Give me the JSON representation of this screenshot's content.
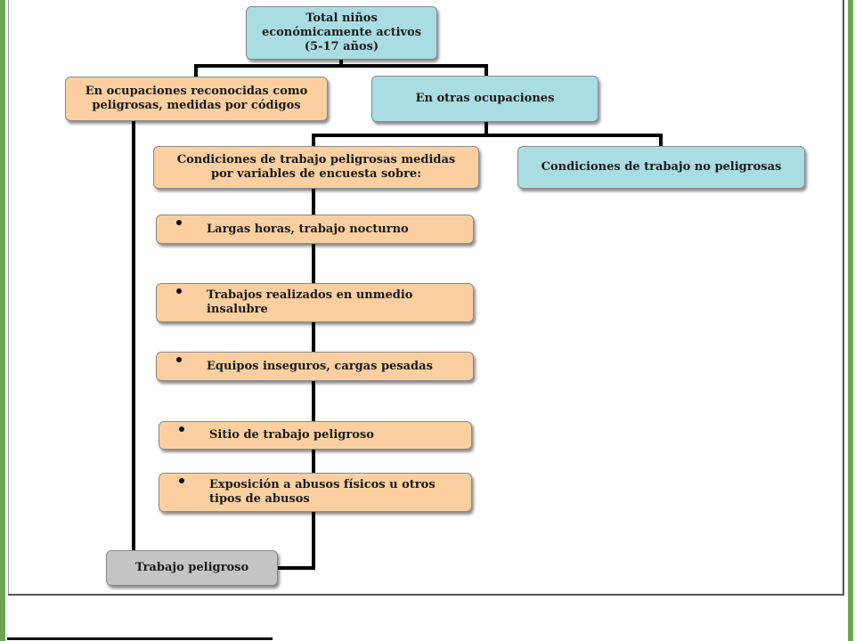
{
  "colors": {
    "orange": "#fbcf9f",
    "blue": "#a9dde3",
    "gray": "#c4c4c4",
    "connector": "#000000",
    "frame": "#6aa84f"
  },
  "diagram": {
    "root": "Total niños\neconómicamente activos\n(5-17 años)",
    "hazardous_occupations": "En ocupaciones reconocidas como\npeligrosas, medidas por códigos",
    "other_occupations": "En otras ocupaciones",
    "hazardous_conditions": "Condiciones de trabajo peligrosas medidas\npor variables de encuesta sobre:",
    "non_hazardous_conditions": "Condiciones de trabajo no peligrosas",
    "conditions": [
      "Largas horas, trabajo nocturno",
      "Trabajos realizados en unmedio\ninsalubre",
      "Equipos inseguros, cargas pesadas",
      "Sitio de trabajo peligroso",
      "Exposición a abusos físicos u otros\ntipos de abusos"
    ],
    "result": "Trabajo peligroso"
  }
}
